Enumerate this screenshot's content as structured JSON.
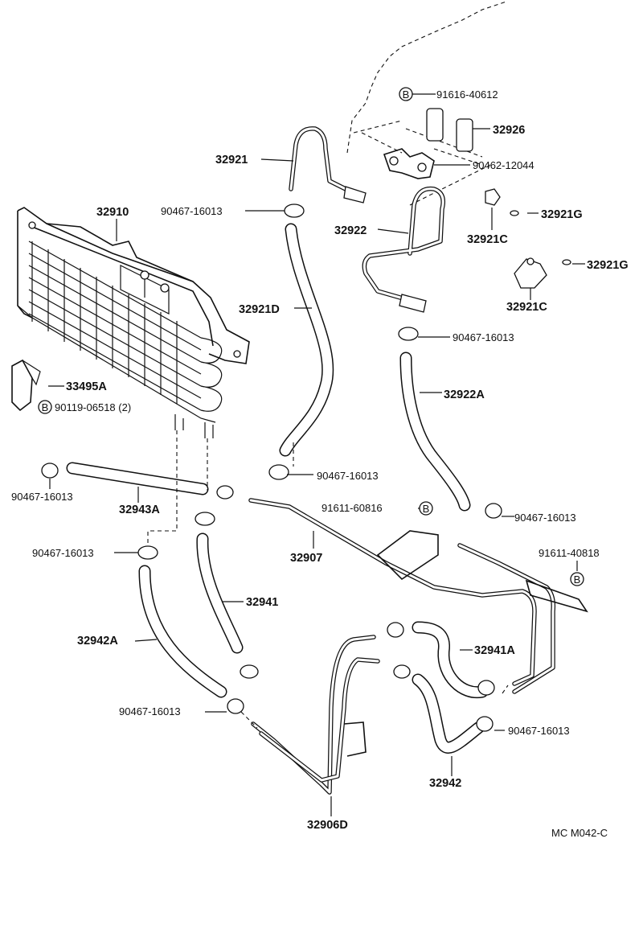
{
  "diagram_code": "MC M042-C",
  "bolt_symbol": "B",
  "labels": {
    "p91616_40612": "91616-40612",
    "p32926": "32926",
    "p90462_12044": "90462-12044",
    "p32921": "32921",
    "p32910": "32910",
    "p90467_16013_a": "90467-16013",
    "p32922": "32922",
    "p32921g_a": "32921G",
    "p32921c_a": "32921C",
    "p32921g_b": "32921G",
    "p32921c_b": "32921C",
    "p32921d": "32921D",
    "p90467_16013_b": "90467-16013",
    "p33495a": "33495A",
    "p90119_06518": "90119-06518 (2)",
    "p32922a": "32922A",
    "p90467_16013_c": "90467-16013",
    "p90467_16013_d": "90467-16013",
    "p91611_60816": "91611-60816",
    "p90467_16013_e": "90467-16013",
    "p32943a": "32943A",
    "p91611_40818": "91611-40818",
    "p90467_16013_f": "90467-16013",
    "p32907": "32907",
    "p32941": "32941",
    "p32942a": "32942A",
    "p32941a": "32941A",
    "p90467_16013_g": "90467-16013",
    "p90467_16013_h": "90467-16013",
    "p32942": "32942",
    "p32906d": "32906D"
  }
}
